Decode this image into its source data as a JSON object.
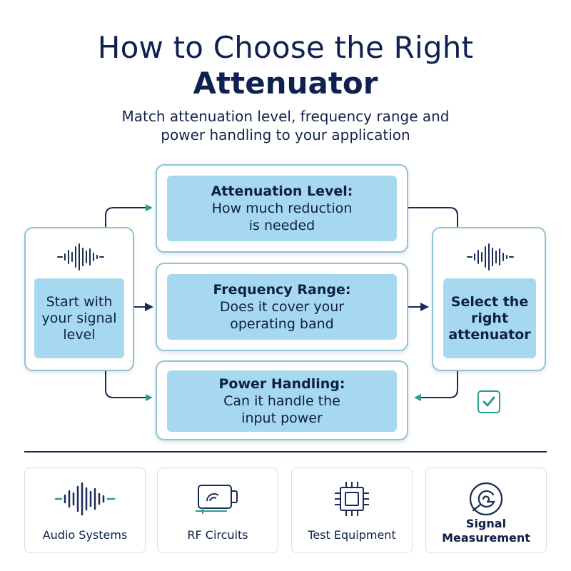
{
  "title": {
    "line1": "How to Choose the Right",
    "line2": "Attenuator"
  },
  "subtitle": {
    "line1": "Match attenuation level, frequency range and",
    "line2": "power handling to your application"
  },
  "flow": {
    "start": {
      "lines": [
        "Start with",
        "your signal",
        "level"
      ],
      "icon": "waveform-icon"
    },
    "steps": [
      {
        "heading": "Attenuation Level:",
        "lines": [
          "How much reduction",
          "is needed"
        ]
      },
      {
        "heading": "Frequency Range:",
        "lines": [
          "Does it cover your",
          "operating band"
        ]
      },
      {
        "heading": "Power Handling:",
        "lines": [
          "Can it handle the",
          "input power"
        ]
      }
    ],
    "end": {
      "lines": [
        "Select the",
        "right",
        "attenuator"
      ],
      "icon": "waveform-icon",
      "check_icon": "checkmark-icon"
    }
  },
  "applications": [
    {
      "label": "Audio Systems",
      "icon": "waveform-icon"
    },
    {
      "label": "RF Circuits",
      "icon": "rf-circuit-icon"
    },
    {
      "label": "Test Equipment",
      "icon": "chip-icon"
    },
    {
      "label": "Signal Measurement",
      "label_lines": [
        "Signal",
        "Measurement"
      ],
      "icon": "measurement-icon"
    }
  ],
  "colors": {
    "navy": "#0f2150",
    "card_border": "#8fc2d6",
    "card_fill": "#a6d9f0",
    "teal_arrow": "#2a9d8f",
    "navy_arrow": "#1a2b55"
  }
}
